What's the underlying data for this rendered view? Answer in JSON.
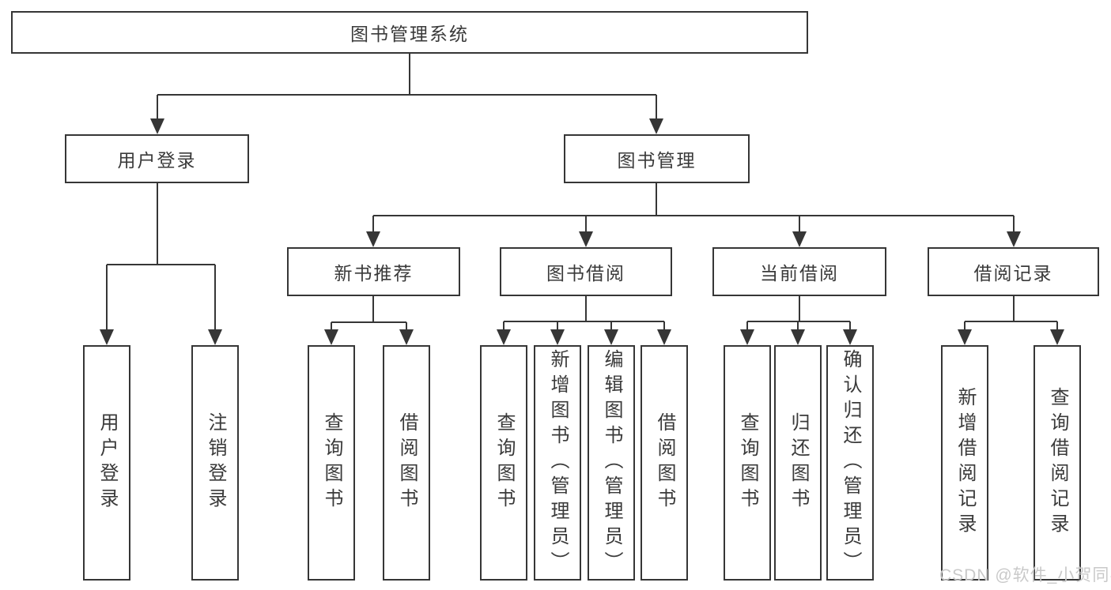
{
  "diagram": {
    "root": {
      "label": "图书管理系统"
    },
    "branches": [
      {
        "label": "用户登录",
        "children": [
          {
            "label": "用户登录"
          },
          {
            "label": "注销登录"
          }
        ]
      },
      {
        "label": "图书管理",
        "children": [
          {
            "label": "新书推荐",
            "children": [
              {
                "label": "查询图书"
              },
              {
                "label": "借阅图书"
              }
            ]
          },
          {
            "label": "图书借阅",
            "children": [
              {
                "label": "查询图书"
              },
              {
                "label": "新增图书（管理员）"
              },
              {
                "label": "编辑图书（管理员）"
              },
              {
                "label": "借阅图书"
              }
            ]
          },
          {
            "label": "当前借阅",
            "children": [
              {
                "label": "查询图书"
              },
              {
                "label": "归还图书"
              },
              {
                "label": "确认归还（管理员）"
              }
            ]
          },
          {
            "label": "借阅记录",
            "children": [
              {
                "label": "新增借阅记录"
              },
              {
                "label": "查询借阅记录"
              }
            ]
          }
        ]
      }
    ]
  },
  "watermark": {
    "text": "CSDN @软件_小贺同学"
  },
  "colors": {
    "line": "#363636",
    "text": "#3a3a3a",
    "background": "#ffffff",
    "watermark": "#c9c9c9"
  }
}
